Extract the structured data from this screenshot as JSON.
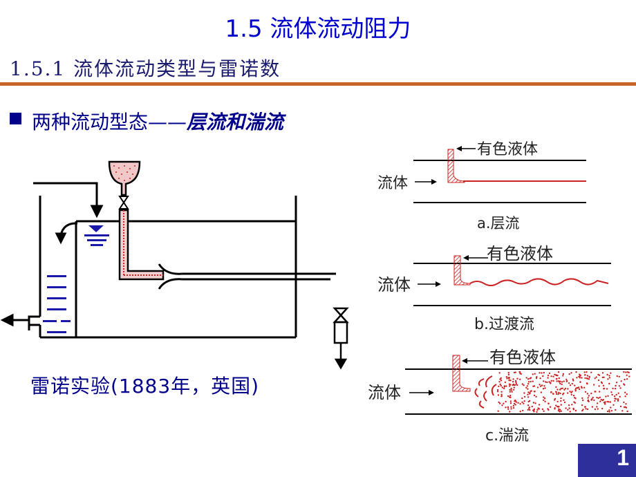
{
  "slide": {
    "title": "1.5 流体流动阻力",
    "subtitle": "1.5.1 流体流动类型与雷诺数",
    "heading_main": "两种流动型态——",
    "heading_emphasis": "层流和湍流",
    "caption": "雷诺实验(1883年，英国)",
    "page_number": "1"
  },
  "flow_panels": [
    {
      "dye_label": "有色液体",
      "fluid_label": "流体",
      "caption": "a.层流"
    },
    {
      "dye_label": "有色液体",
      "fluid_label": "流体",
      "caption": "b.过渡流"
    },
    {
      "dye_label": "有色液体",
      "fluid_label": "流体",
      "caption": "c.湍流"
    }
  ],
  "colors": {
    "title": "#0000cc",
    "heading": "#00008b",
    "rule": "#c8642a",
    "dye": "#cc2222",
    "water": "#1a1aaa",
    "page_box": "#2f2f9c"
  }
}
